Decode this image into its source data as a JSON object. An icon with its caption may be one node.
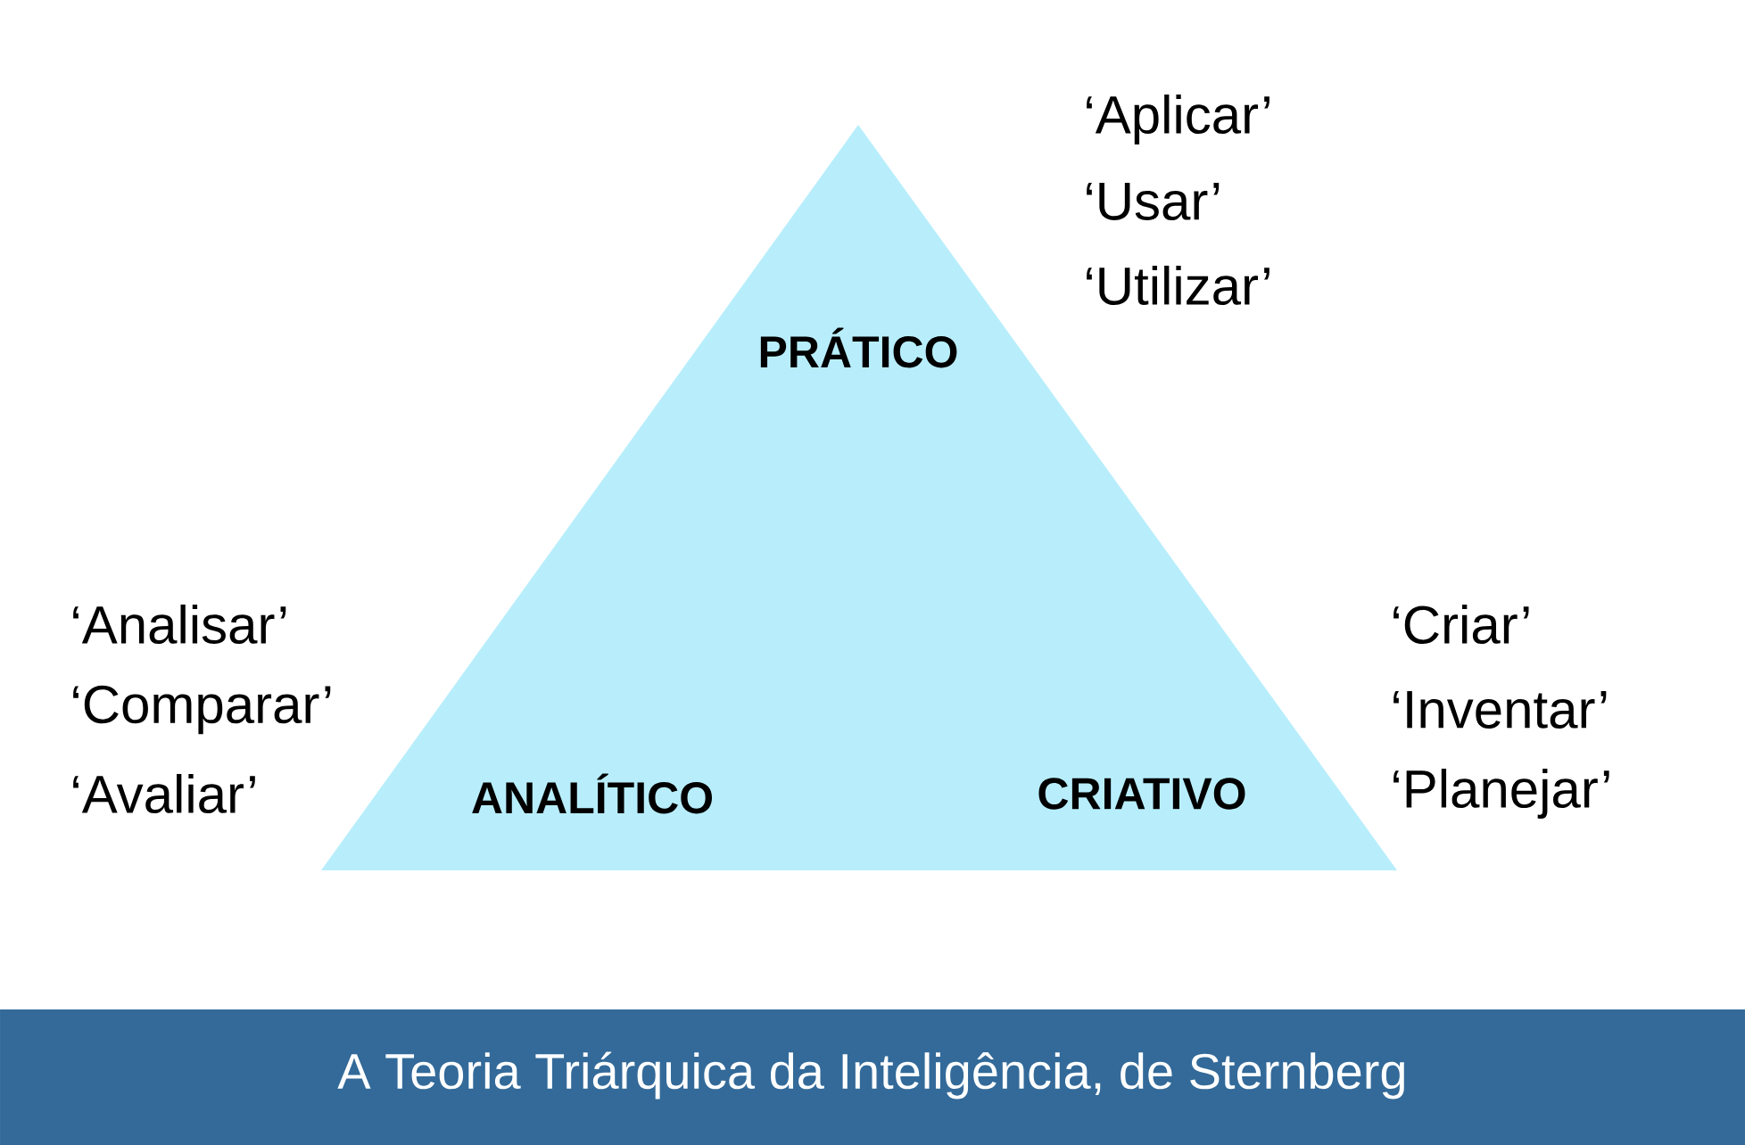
{
  "diagram": {
    "caption": "A Teoria Triárquica da Inteligência, de Sternberg",
    "nodes": [
      {
        "text": [
          "PRÁTICO",
          "ANALÍTICO",
          "CRIATIVO"
        ]
      }
    ],
    "labels": [
      "‘Aplicar’",
      "‘Usar’",
      "‘Utilizar’",
      "‘Analisar’",
      "‘Comparar’",
      "‘Avaliar’",
      "‘Criar’",
      "‘Inventar’",
      "‘Planejar’"
    ]
  }
}
